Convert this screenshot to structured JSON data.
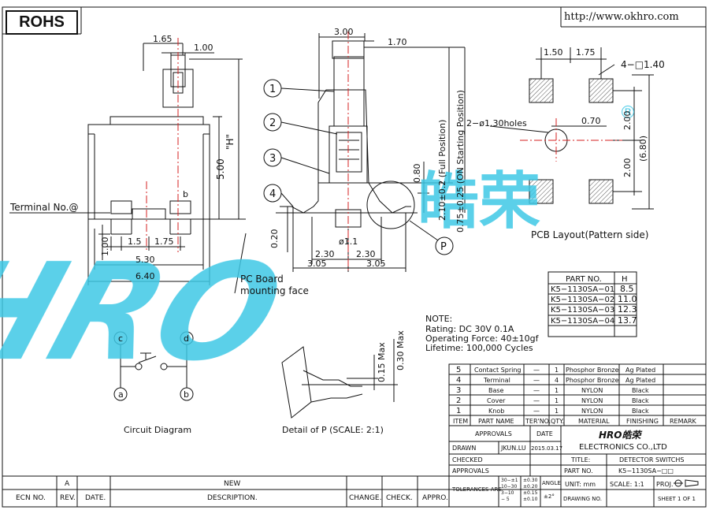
{
  "header": {
    "rohs": "ROHS",
    "url": "http://www.okhro.com"
  },
  "colors": {
    "watermark": "#3ec8e6",
    "centerline": "#d42020",
    "line": "#111111"
  },
  "watermark": {
    "latin": "HRO",
    "cjk": "皓荣",
    "registered": "®"
  },
  "front_view": {
    "dims": {
      "top_width": "1.65",
      "knob_width": "1.00",
      "height_h": "\"H\"",
      "body_height": "5.00",
      "term_pitch_a": "1.5",
      "term_pitch_b": "1.75",
      "term_height": "1.00",
      "body_width": "5.30",
      "overall_width": "6.40"
    },
    "terminal_label": "Terminal No.@",
    "terminal_b": "b",
    "pcb_label_1": "PC Board",
    "pcb_label_2": "mounting face"
  },
  "side_view": {
    "dims": {
      "top": "3.00",
      "right": "1.70",
      "l1": "2.30",
      "l2": "2.30",
      "b1": "3.05",
      "b2": "3.05",
      "hole": "ø1.1",
      "h020": "0.20",
      "h080": "0.80",
      "full_pos": "2.10±0.2 (Full Position)",
      "on_pos": "0.75±0.25 (ON Starting Position)"
    },
    "balloons": [
      "1",
      "2",
      "3",
      "4"
    ],
    "detail_mark": "P"
  },
  "pcb_layout": {
    "dims": {
      "x1": "1.50",
      "x2": "1.75",
      "pad": "4−□1.40",
      "holes": "2−ø1.30holes",
      "c070": "0.70",
      "y1": "2.00",
      "y2": "2.00",
      "total": "(6.80)"
    },
    "caption": "PCB Layout(Pattern side)"
  },
  "h_table": {
    "headers": [
      "PART NO.",
      "H"
    ],
    "rows": [
      [
        "K5−1130SA−01",
        "8.5"
      ],
      [
        "K5−1130SA−02",
        "11.0"
      ],
      [
        "K5−1130SA−03",
        "12.3"
      ],
      [
        "K5−1130SA−04",
        "13.7"
      ]
    ]
  },
  "notes": [
    "NOTE:",
    "Rating: DC 30V 0.1A",
    "Operating Force: 40±10gf",
    "Lifetime: 100,000 Cycles"
  ],
  "circuit": {
    "caption": "Circuit Diagram",
    "labels": [
      "c",
      "d",
      "a",
      "b"
    ]
  },
  "detail": {
    "caption": "Detail of P (SCALE: 2:1)",
    "d1": "0.15 Max",
    "d2": "0.30 Max"
  },
  "bom": {
    "rows": [
      {
        "item": "5",
        "name": "Contact Spring",
        "ter": "—",
        "qty": "1",
        "mat": "Phosphor Bronze",
        "fin": "Ag Plated"
      },
      {
        "item": "4",
        "name": "Terminal",
        "ter": "—",
        "qty": "4",
        "mat": "Phosphor Bronze",
        "fin": "Ag Plated"
      },
      {
        "item": "3",
        "name": "Base",
        "ter": "—",
        "qty": "1",
        "mat": "NYLON",
        "fin": "Black"
      },
      {
        "item": "2",
        "name": "Cover",
        "ter": "—",
        "qty": "1",
        "mat": "NYLON",
        "fin": "Black"
      },
      {
        "item": "1",
        "name": "Knob",
        "ter": "—",
        "qty": "1",
        "mat": "NYLON",
        "fin": "Black"
      }
    ],
    "headers": [
      "ITEM",
      "PART NAME",
      "TER'NO.",
      "QTY.",
      "MATERIAL",
      "FINISHING",
      "REMARK"
    ]
  },
  "title_block": {
    "approvals": "APPROVALS",
    "date": "DATE",
    "drawn": "DRAWN",
    "drawn_by": "JKUN.LU",
    "drawn_date": "2015.03.17",
    "checked": "CHECKED",
    "approvals2": "APPROVALS",
    "company_logo": "HRO皓荣",
    "company": "ELECTRONICS CO.,LTD",
    "title_label": "TITLE:",
    "title": "DETECTOR SWITCHS",
    "partno_label": "PART NO.",
    "partno": "K5−1130SA−□□",
    "tol_label": "TOLERANCES ARE",
    "tol_ranges": [
      "30−±1",
      "10−30",
      "3−10",
      "− 5"
    ],
    "tol_values": [
      "±0.30",
      "±0.20",
      "±0.15",
      "±0.10"
    ],
    "angle": "ANGLE",
    "angle_val": "±2°",
    "unit": "UNIT: mm",
    "scale": "SCALE: 1:1",
    "proj": "PROJ.",
    "drawing_no": "DRAWING NO.",
    "sheet": "SHEET 1 OF 1"
  },
  "revision": {
    "new": "NEW",
    "rev": "A",
    "headers": [
      "ECN NO.",
      "REV.",
      "DATE.",
      "DESCRIPTION.",
      "CHANGE.",
      "CHECK.",
      "APPRO."
    ]
  }
}
